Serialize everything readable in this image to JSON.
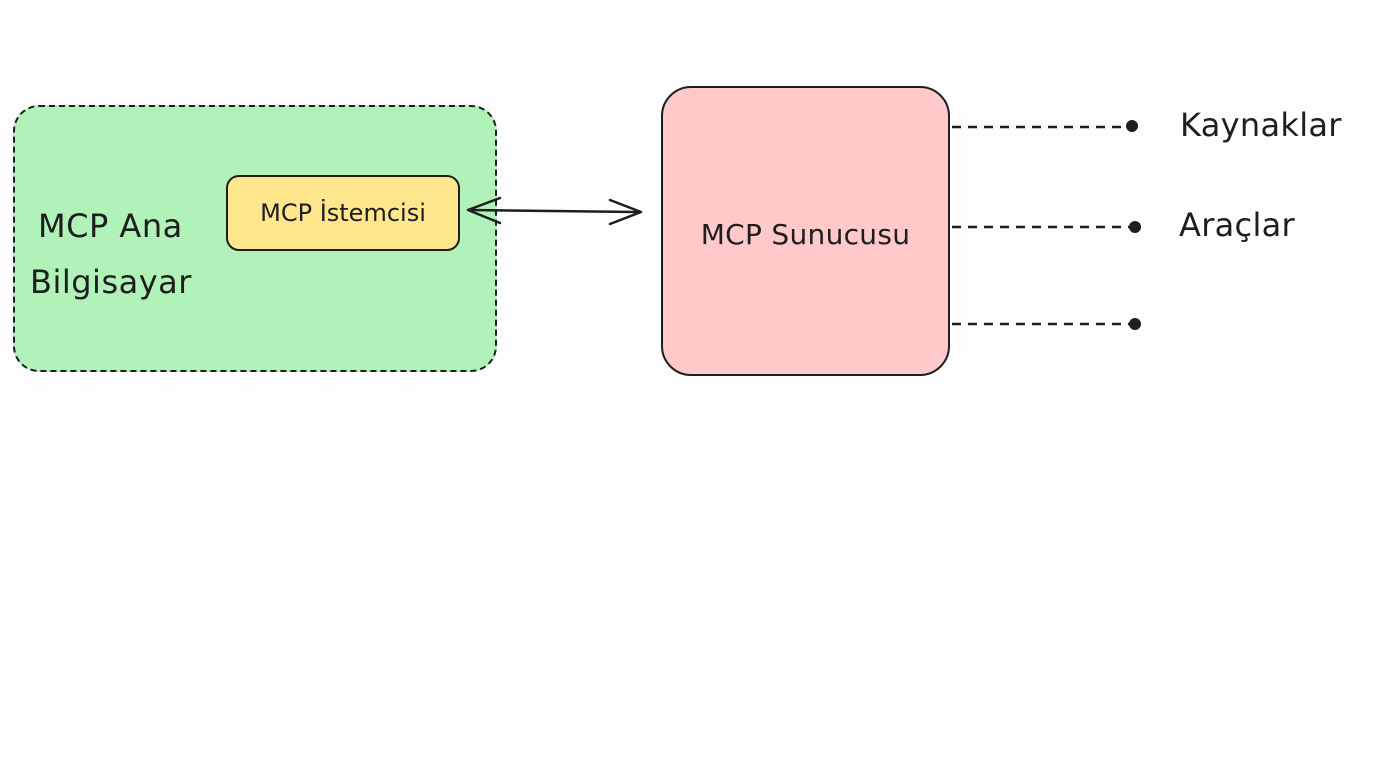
{
  "colors": {
    "host_fill": "#b0f2b8",
    "client_fill": "#fde68c",
    "server_fill": "#ffc9c9",
    "stroke": "#1e1e1e"
  },
  "host": {
    "label_line1": "MCP Ana",
    "label_line2": "Bilgisayar"
  },
  "client": {
    "label": "MCP İstemcisi"
  },
  "server": {
    "label": "MCP Sunucusu"
  },
  "capabilities": [
    {
      "label": "Kaynaklar"
    },
    {
      "label": "Araçlar"
    },
    {
      "label": ""
    }
  ]
}
